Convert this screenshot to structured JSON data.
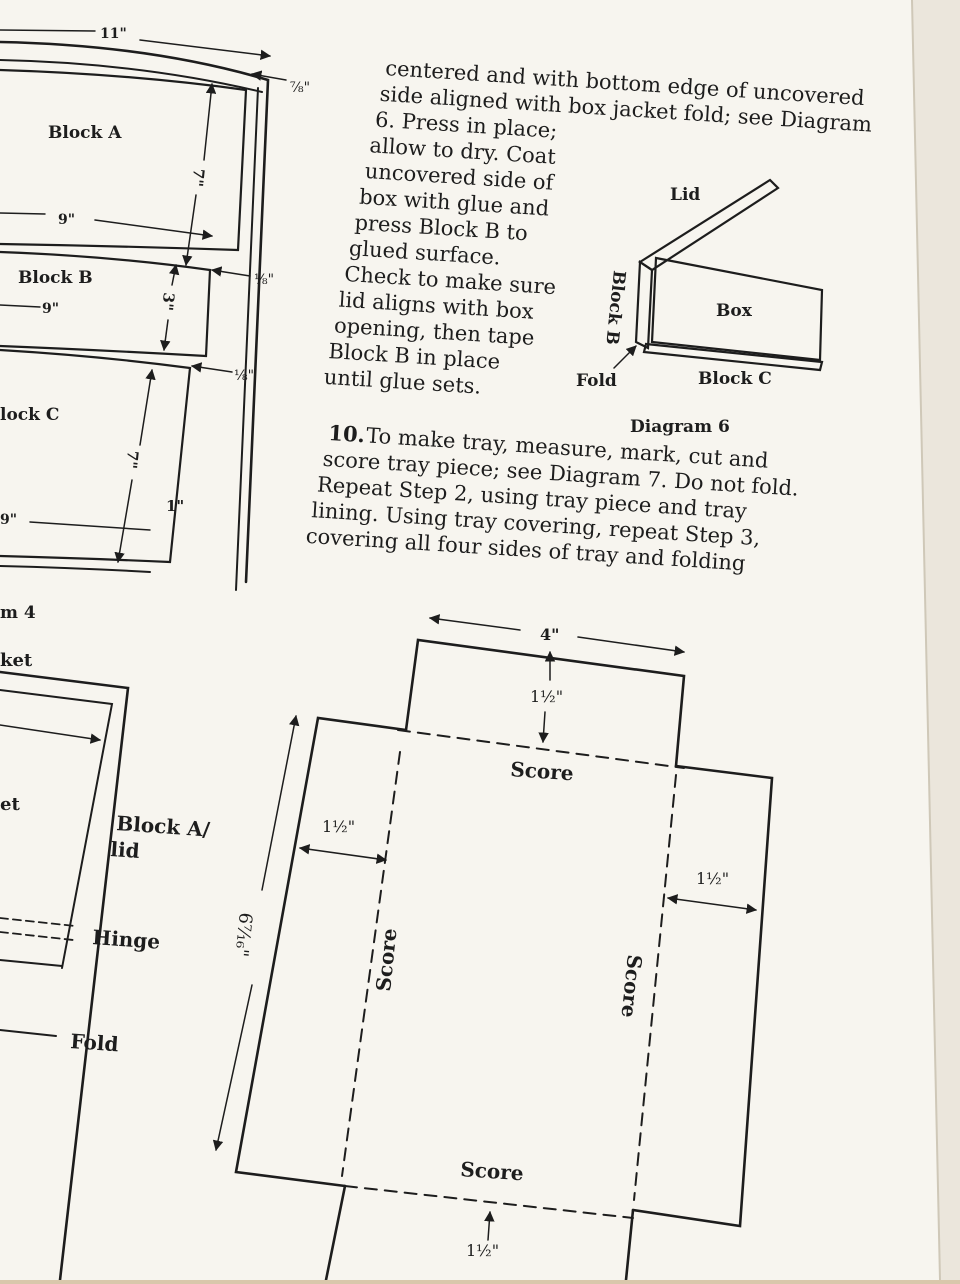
{
  "diagram4": {
    "dim_top": "11\"",
    "dim_right_top": "⅞\"",
    "block_a": "Block A",
    "dim_a_height": "7\"",
    "dim_a_width": "9\"",
    "block_b": "Block B",
    "dim_b_gap": "⅛\"",
    "dim_b_height": "3\"",
    "dim_b_width": "9\"",
    "dim_c_gap": "⅛\"",
    "block_c": "lock C",
    "dim_c_height": "7\"",
    "dim_c_side": "1\"",
    "dim_c_width": "9\"",
    "caption": "m 4"
  },
  "diagram5": {
    "caption": "ket",
    "label_jacket": "et",
    "label_block_a": "Block A/",
    "label_lid": "lid",
    "label_hinge": "Hinge",
    "label_fold": "Fold"
  },
  "text_block": {
    "para1_lines": [
      "centered and with bottom edge of uncovered",
      "side aligned with box jacket fold; see Diagram",
      "6. Press in place;",
      "allow to dry. Coat",
      "uncovered side of",
      "box with glue and",
      "press Block B to",
      "glued surface.",
      "Check to make sure",
      "lid aligns with box",
      "opening, then tape",
      "Block B in place",
      "until glue sets."
    ],
    "step_number": "10.",
    "para2_lines": [
      "To make tray, measure, mark, cut and",
      "score tray piece; see Diagram 7. Do not fold.",
      "Repeat Step 2, using tray piece and tray",
      "lining. Using tray covering, repeat Step 3,",
      "covering all four sides of tray and folding"
    ]
  },
  "diagram6": {
    "label_lid": "Lid",
    "label_box": "Box",
    "label_block_b": "Block B",
    "label_fold": "Fold",
    "label_block_c": "Block C",
    "caption": "Diagram 6"
  },
  "diagram7": {
    "dim_top": "4\"",
    "dim_flap": "1½\"",
    "score_top": "Score",
    "dim_left": "1½\"",
    "dim_right": "1½\"",
    "dim_height": "6⁷⁄₁₆\"",
    "score_left": "Score",
    "score_right": "Score",
    "score_bottom": "Score",
    "dim_bottom": "1½\""
  }
}
